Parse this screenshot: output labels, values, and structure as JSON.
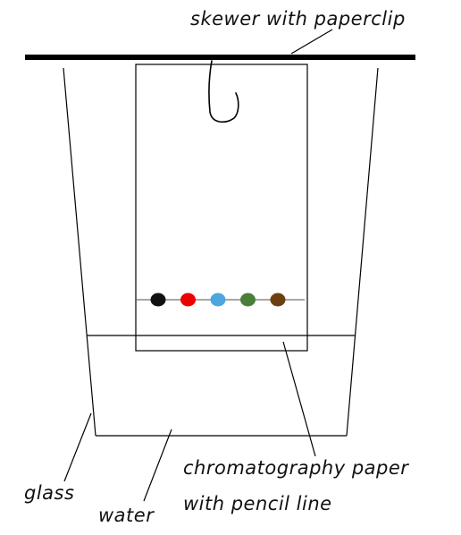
{
  "labels": {
    "skewer": "skewer with paperclip",
    "paper_line1": "chromatography paper",
    "paper_line2": "with pencil line",
    "glass": "glass",
    "water": "water"
  },
  "ink_dots": [
    {
      "color": "#111111"
    },
    {
      "color": "#ee0000"
    },
    {
      "color": "#4da6e0"
    },
    {
      "color": "#4a7f3a"
    },
    {
      "color": "#6b3f12"
    }
  ],
  "colors": {
    "line": "#000000",
    "pencil_line": "#8a8a8a"
  }
}
